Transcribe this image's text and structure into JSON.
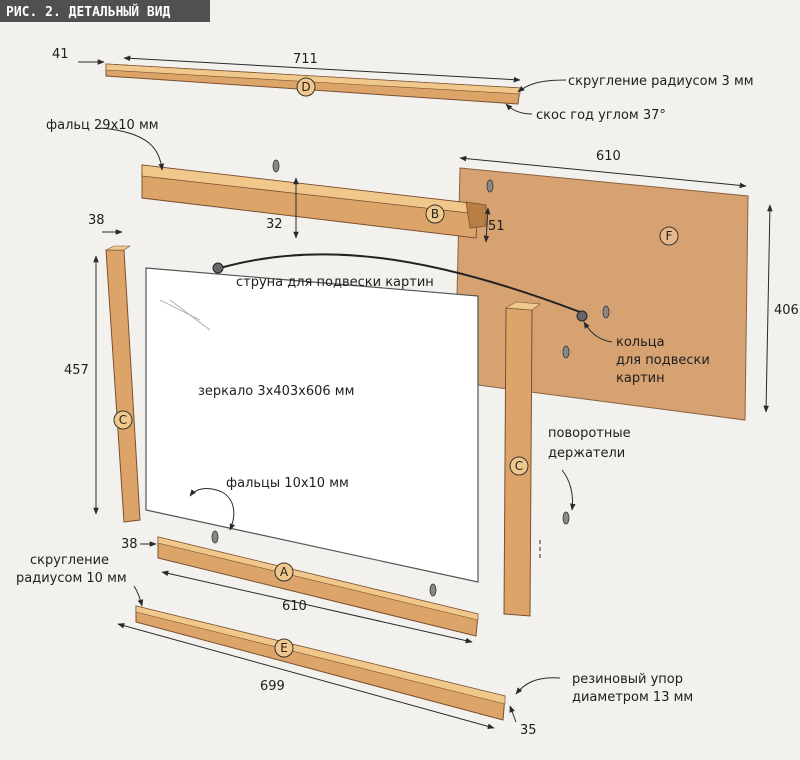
{
  "title": "РИС. 2. ДЕТАЛЬНЫЙ ВИД",
  "parts": {
    "A": "A",
    "B": "B",
    "C": "C",
    "D": "D",
    "E": "E",
    "F": "F"
  },
  "labels": {
    "round3": "скругление радиусом 3 мм",
    "bevel37": "скос год углом 37°",
    "rabbet29": "фальц 29x10 мм",
    "wire": "струна для подвески картин",
    "rings_1": "кольца",
    "rings_2": "для подвески",
    "rings_3": "картин",
    "mirror": "зеркало 3x403x606 мм",
    "rabbets10": "фальцы 10x10 мм",
    "turn_1": "поворотные",
    "turn_2": "держатели",
    "round10_1": "скругление",
    "round10_2": "радиусом 10 мм",
    "bumper_1": "резиновый упор",
    "bumper_2": "диаметром 13 мм"
  },
  "dims": {
    "d41": "41",
    "d711": "711",
    "d32": "32",
    "d51": "51",
    "d610top": "610",
    "d406": "406",
    "d38top": "38",
    "d457": "457",
    "d38bot": "38",
    "d610bot": "610",
    "d699": "699",
    "d35": "35"
  },
  "colors": {
    "wood_light": "#f0c88c",
    "wood": "#dca468",
    "wood_dark": "#b87e44",
    "back_panel": "#d6a272",
    "mirror": "#ffffff",
    "line": "#2a2a2a",
    "title_bg": "#505050"
  }
}
